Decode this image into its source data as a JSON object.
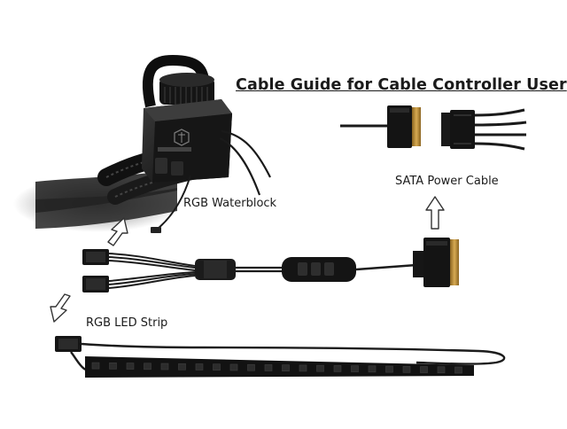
{
  "diagram": {
    "title": "Cable Guide for Cable Controller User",
    "labels": {
      "sata_power_cable": "SATA Power Cable",
      "rgb_waterblock": "RGB Waterblock",
      "rgb_led_strip": "RGB LED Strip"
    },
    "colors": {
      "background": "#ffffff",
      "cable": "#1a1a1a",
      "connector_gold": "#b8892e",
      "led": "#2c2c2c",
      "arrow_fill": "#ffffff",
      "arrow_stroke": "#333333"
    }
  }
}
